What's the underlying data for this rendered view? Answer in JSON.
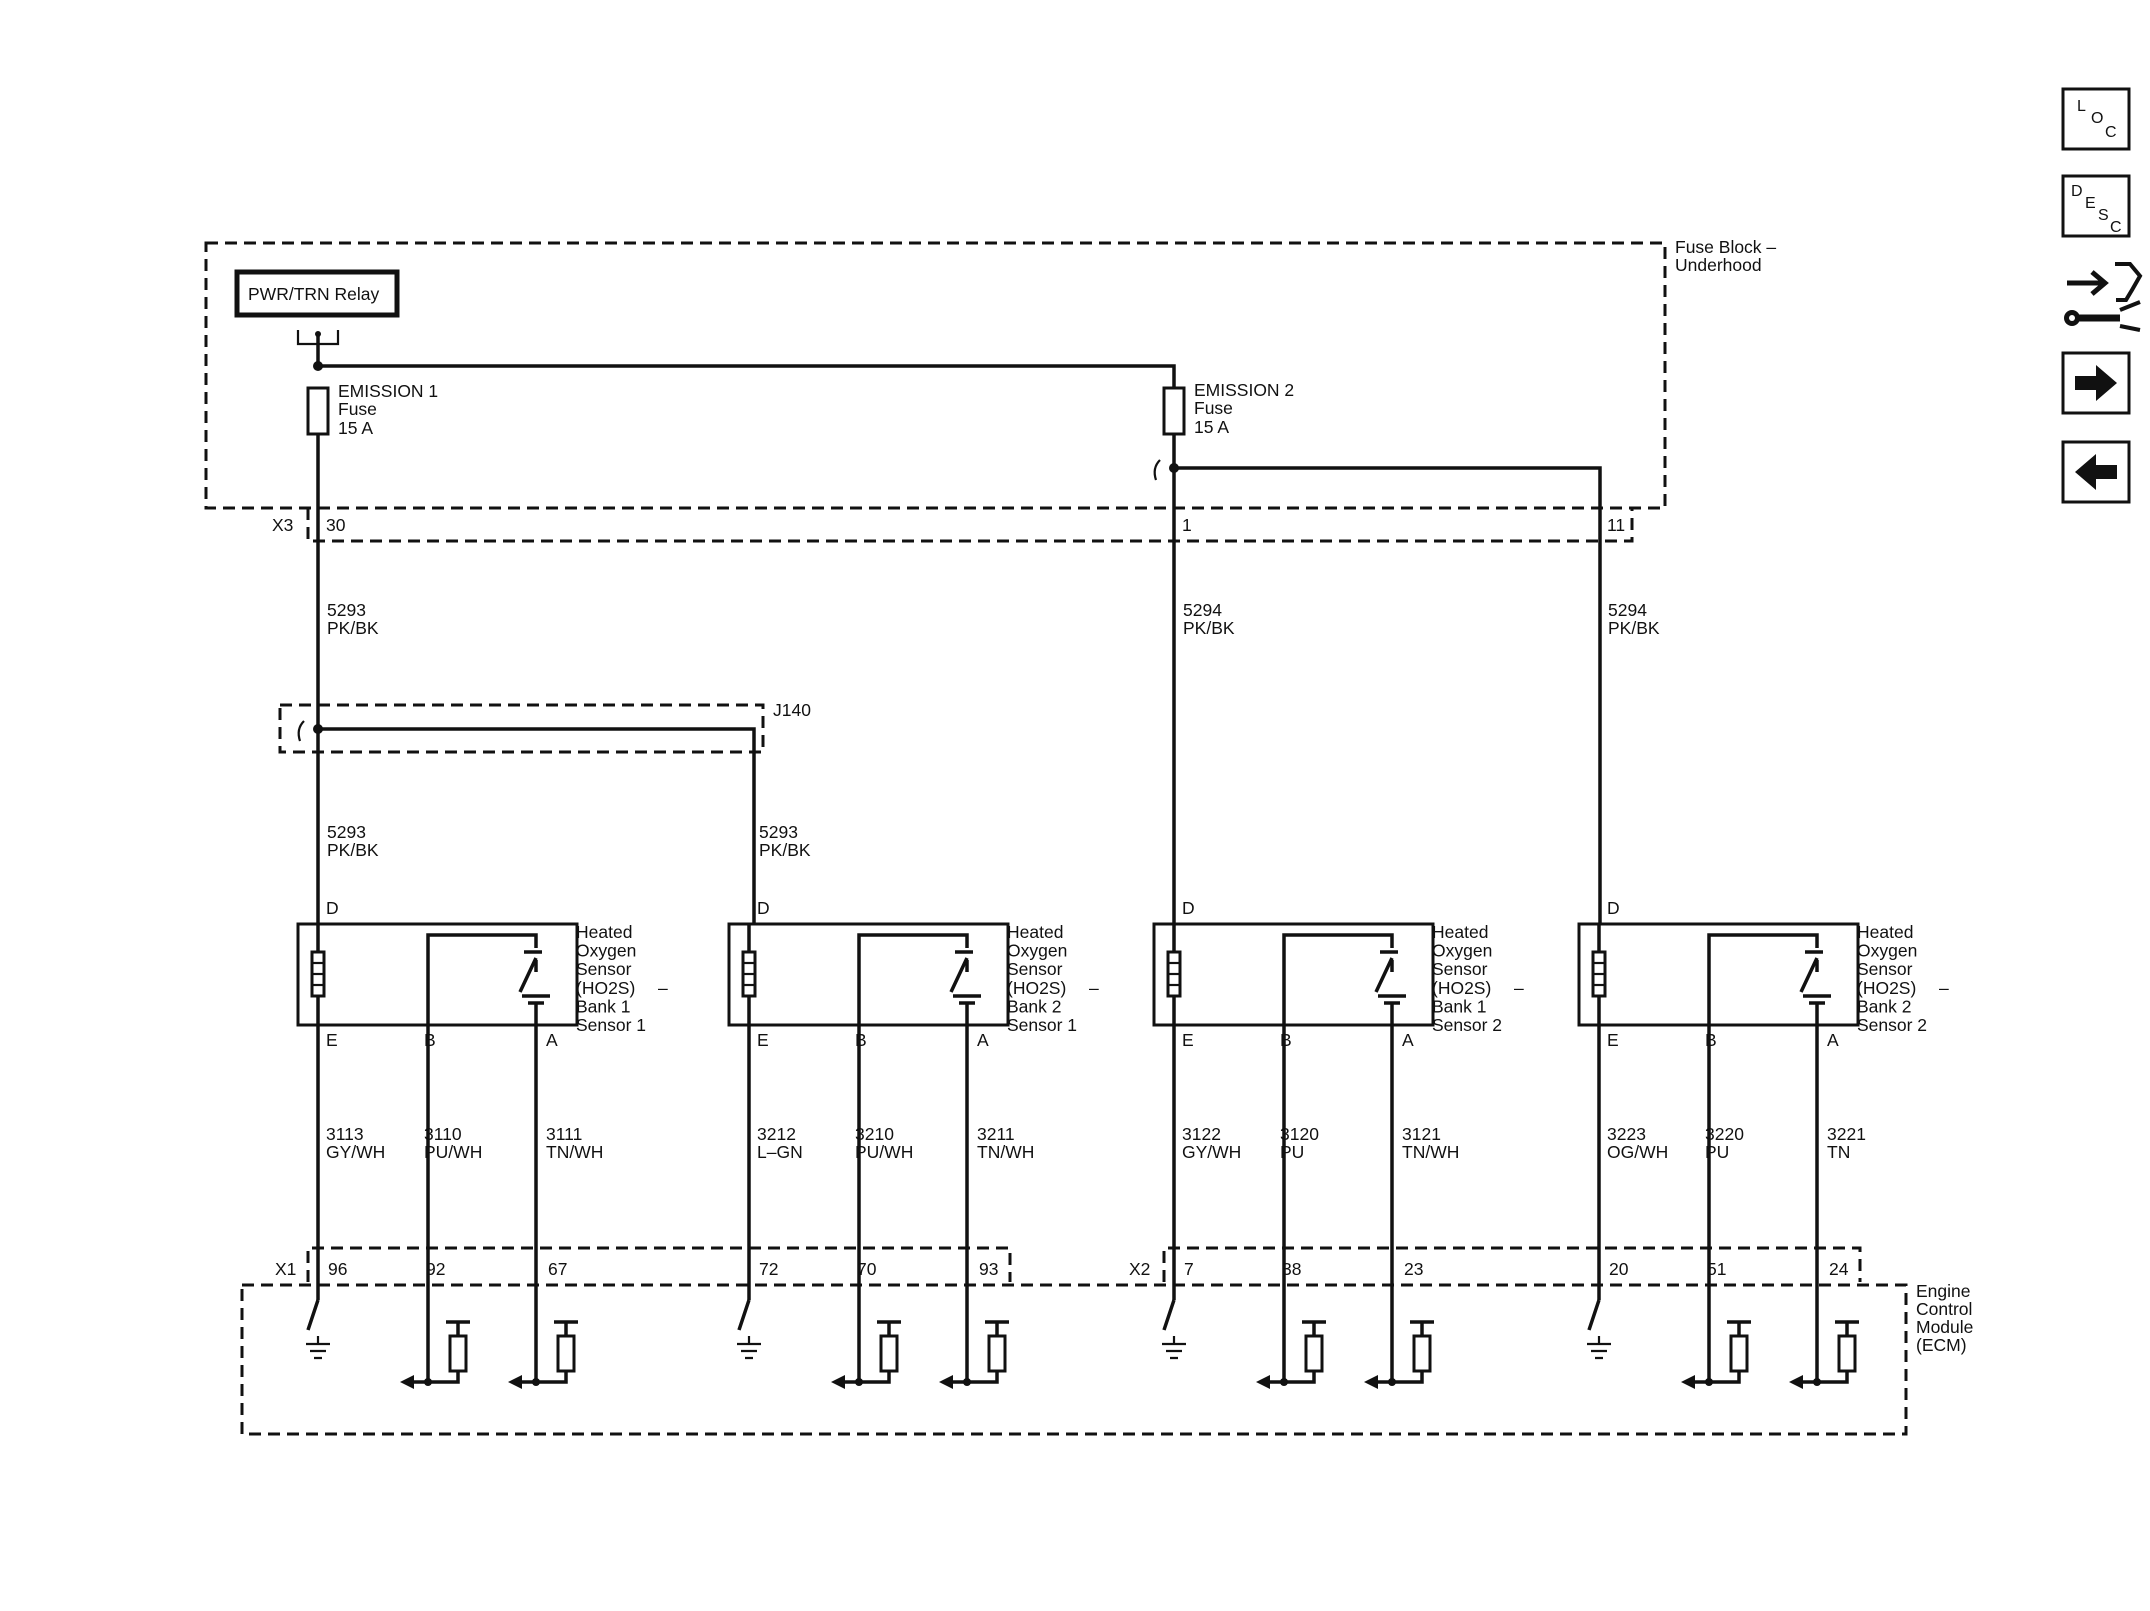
{
  "relay": {
    "label": "PWR/TRN Relay"
  },
  "fuse_block": {
    "line1": "Fuse Block –",
    "line2": "Underhood"
  },
  "fuses": [
    {
      "name": "EMISSION 1",
      "type": "Fuse",
      "rating": "15 A"
    },
    {
      "name": "EMISSION 2",
      "type": "Fuse",
      "rating": "15 A"
    }
  ],
  "connector_x3": {
    "id": "X3",
    "pins": [
      "30",
      "1",
      "11"
    ]
  },
  "upper_wires": [
    {
      "circuit": "5293",
      "color": "PK/BK"
    },
    {
      "circuit": "5294",
      "color": "PK/BK"
    },
    {
      "circuit": "5294",
      "color": "PK/BK"
    }
  ],
  "splice": {
    "id": "J140"
  },
  "splice_wires": [
    {
      "circuit": "5293",
      "color": "PK/BK"
    },
    {
      "circuit": "5293",
      "color": "PK/BK"
    }
  ],
  "sensors": [
    {
      "lines": [
        "Heated",
        "Oxygen",
        "Sensor",
        "(HO2S)",
        "Bank 1",
        "Sensor 1"
      ],
      "dash": "–",
      "pins": {
        "top": "D",
        "e": "E",
        "b": "B",
        "a": "A"
      },
      "wires": [
        {
          "circuit": "3113",
          "color": "GY/WH"
        },
        {
          "circuit": "3110",
          "color": "PU/WH"
        },
        {
          "circuit": "3111",
          "color": "TN/WH"
        }
      ],
      "ecm_pins": [
        "96",
        "92",
        "67"
      ]
    },
    {
      "lines": [
        "Heated",
        "Oxygen",
        "Sensor",
        "(HO2S)",
        "Bank 2",
        "Sensor 1"
      ],
      "dash": "–",
      "pins": {
        "top": "D",
        "e": "E",
        "b": "B",
        "a": "A"
      },
      "wires": [
        {
          "circuit": "3212",
          "color": "L–GN"
        },
        {
          "circuit": "3210",
          "color": "PU/WH"
        },
        {
          "circuit": "3211",
          "color": "TN/WH"
        }
      ],
      "ecm_pins": [
        "72",
        "70",
        "93"
      ]
    },
    {
      "lines": [
        "Heated",
        "Oxygen",
        "Sensor",
        "(HO2S)",
        "Bank 1",
        "Sensor 2"
      ],
      "dash": "–",
      "pins": {
        "top": "D",
        "e": "E",
        "b": "B",
        "a": "A"
      },
      "wires": [
        {
          "circuit": "3122",
          "color": "GY/WH"
        },
        {
          "circuit": "3120",
          "color": "PU"
        },
        {
          "circuit": "3121",
          "color": "TN/WH"
        }
      ],
      "ecm_pins": [
        "7",
        "38",
        "23"
      ]
    },
    {
      "lines": [
        "Heated",
        "Oxygen",
        "Sensor",
        "(HO2S)",
        "Bank 2",
        "Sensor 2"
      ],
      "dash": "–",
      "pins": {
        "top": "D",
        "e": "E",
        "b": "B",
        "a": "A"
      },
      "wires": [
        {
          "circuit": "3223",
          "color": "OG/WH"
        },
        {
          "circuit": "3220",
          "color": "PU"
        },
        {
          "circuit": "3221",
          "color": "TN"
        }
      ],
      "ecm_pins": [
        "20",
        "51",
        "24"
      ]
    }
  ],
  "connectors_ecm": [
    "X1",
    "X2"
  ],
  "ecm": {
    "lines": [
      "Engine",
      "Control",
      "Module",
      "(ECM)"
    ]
  },
  "nav": {
    "loc": [
      "L",
      "O",
      "C"
    ],
    "desc": [
      "D",
      "E",
      "S",
      "C"
    ],
    "icons": [
      "connector-repair-icon",
      "arrow-right-icon",
      "arrow-left-icon"
    ]
  }
}
